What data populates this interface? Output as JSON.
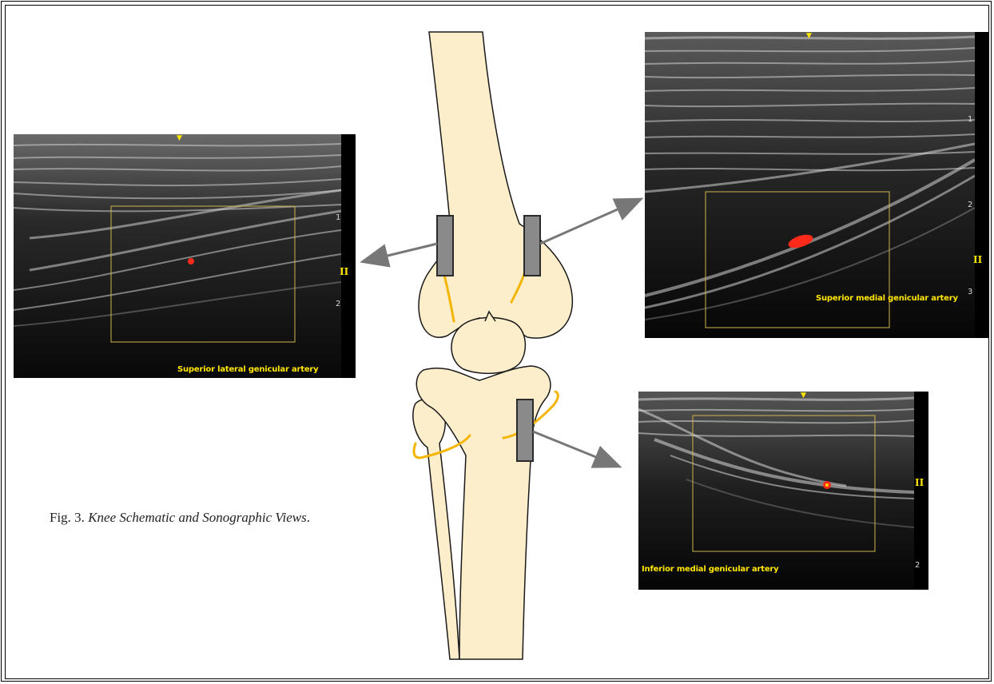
{
  "caption": {
    "figure_number": "Fig. 3.",
    "title": "Knee Schematic and Sonographic Views",
    "suffix": "."
  },
  "panels": {
    "superior_lateral": {
      "label": "Superior lateral genicular artery",
      "depth_ticks": [
        "1",
        "2"
      ]
    },
    "superior_medial": {
      "label": "Superior medial genicular artery",
      "depth_ticks": [
        "1",
        "2",
        "3"
      ]
    },
    "inferior_medial": {
      "label": "Inferior medial genicular artery",
      "depth_ticks": [
        "2"
      ]
    }
  },
  "focus_marker": "II",
  "top_marker": "▼",
  "colors": {
    "bone_fill": "#fcedcb",
    "nerve_line": "#f5b400",
    "probe_fill": "#8a8a8a",
    "arrow": "#777777",
    "doppler_flow": "#ff2a1a",
    "overlay_text": "#ffe600"
  }
}
